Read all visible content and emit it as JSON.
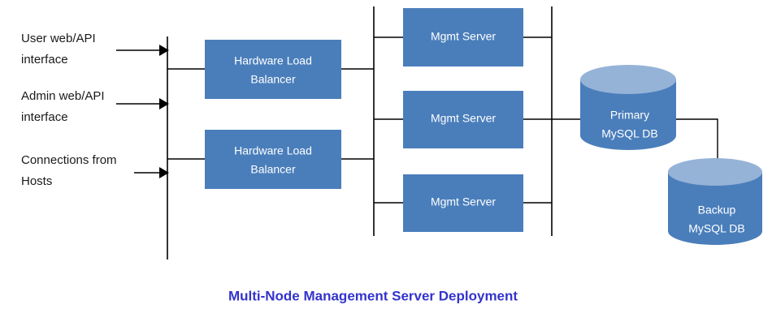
{
  "diagram": {
    "title": "Multi-Node Management Server Deployment",
    "title_color": "#3333CC",
    "background_color": "#FFFFFF",
    "node_fill_color": "#4A7EBB",
    "cylinder_top_color": "#95B3D7",
    "node_text_color": "#FFFFFF",
    "label_text_color": "#1A1A1A",
    "line_color": "#000000",
    "inputs": [
      {
        "line1": "User web/API",
        "line2": "interface"
      },
      {
        "line1": "Admin web/API",
        "line2": "interface"
      },
      {
        "line1": "Connections from",
        "line2": "Hosts"
      }
    ],
    "load_balancers": [
      {
        "line1": "Hardware Load",
        "line2": "Balancer"
      },
      {
        "line1": "Hardware Load",
        "line2": "Balancer"
      }
    ],
    "mgmt_servers": [
      {
        "label": "Mgmt Server"
      },
      {
        "label": "Mgmt Server"
      },
      {
        "label": "Mgmt Server"
      }
    ],
    "databases": [
      {
        "line1": "Primary",
        "line2": "MySQL DB"
      },
      {
        "line1": "Backup",
        "line2": "MySQL DB"
      }
    ]
  }
}
